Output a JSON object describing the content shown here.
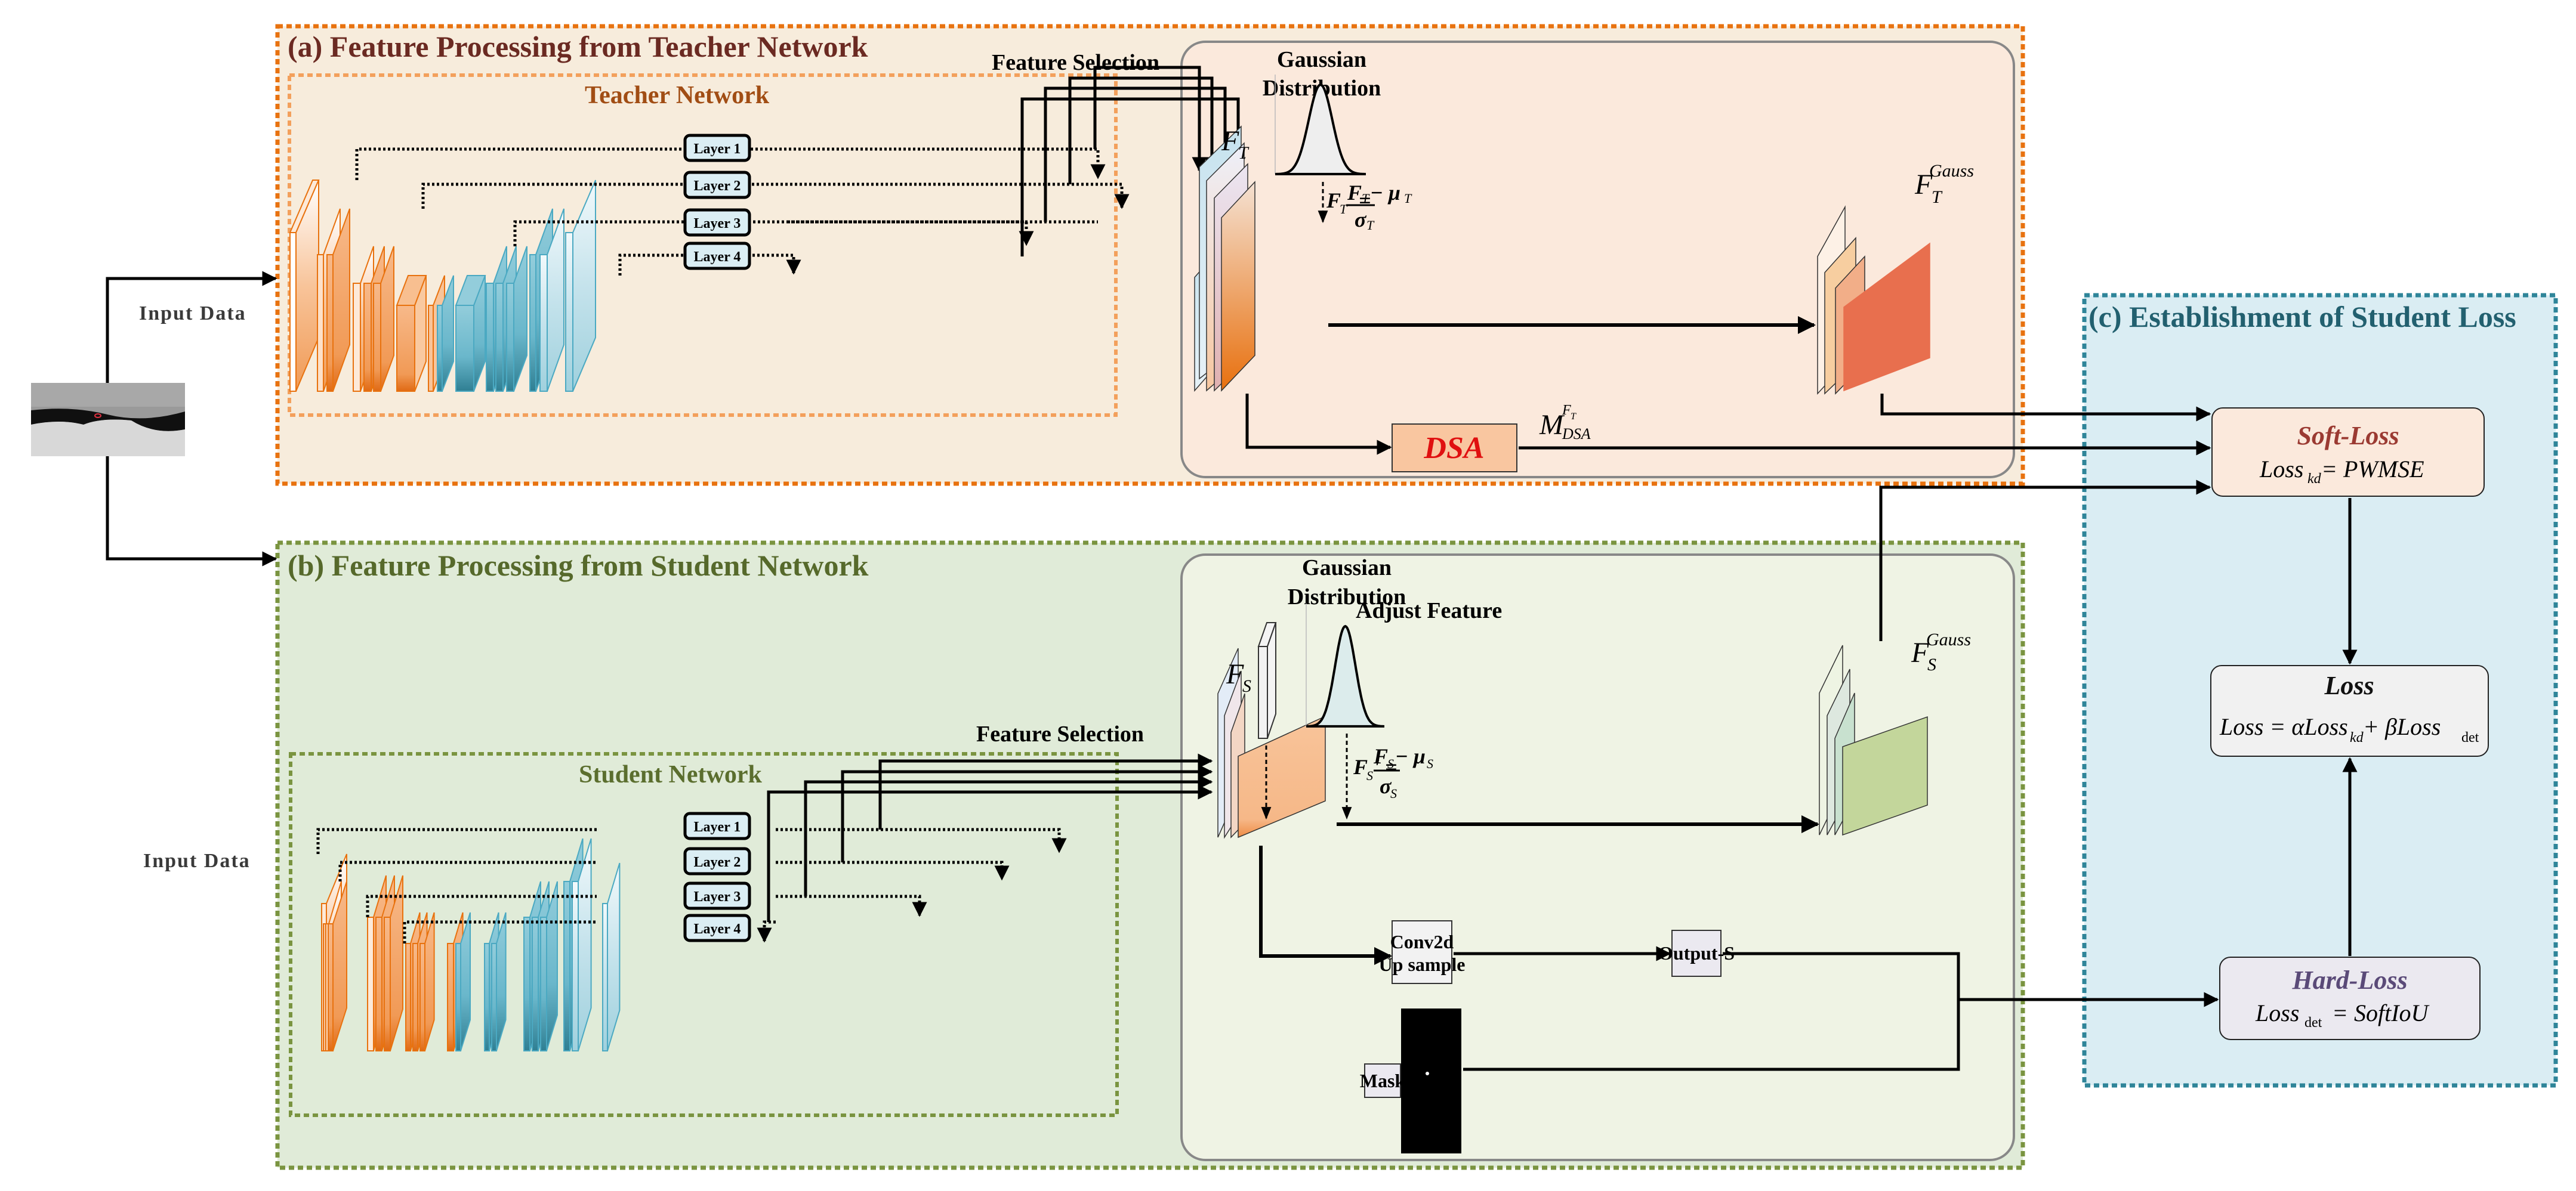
{
  "panels": {
    "teacher": {
      "title": "(a)  Feature Processing from Teacher Network",
      "network_label": "Teacher Network",
      "feature_selection": "Feature Selection",
      "gaussian_line1": "Gaussian",
      "gaussian_line2": "Distribution",
      "feature_symbol": "F",
      "feature_sub": "T",
      "gauss_symbol": "F",
      "gauss_sub": "T",
      "gauss_sup": "Gauss",
      "norm_lhs": "F",
      "norm_lhs_sub": "T",
      "norm_prime": "' =",
      "norm_num": "F",
      "norm_num_sub": "T",
      "norm_minus": " − μ",
      "norm_mu_sub": "T",
      "norm_den": "σ",
      "norm_den_sub": "T",
      "dsa_label": "DSA",
      "dsa_output": "M",
      "dsa_output_sup": "F",
      "dsa_output_sup_sub": "T",
      "dsa_output_sub": "DSA",
      "layers": [
        "Layer 1",
        "Layer 2",
        "Layer 3",
        "Layer 4"
      ]
    },
    "student": {
      "title": "(b)  Feature Processing from Student Network",
      "network_label": "Student Network",
      "feature_selection": "Feature Selection",
      "adjust_feature": "Adjust Feature",
      "gaussian_line1": "Gaussian",
      "gaussian_line2": "Distribution",
      "feature_symbol": "F",
      "feature_sub": "S",
      "gauss_symbol": "F",
      "gauss_sub": "S",
      "gauss_sup": "Gauss",
      "norm_lhs": "F",
      "norm_lhs_sub": "S",
      "norm_prime": "' =",
      "norm_num": "F",
      "norm_num_sub": "S",
      "norm_minus": " − μ",
      "norm_mu_sub": "S",
      "norm_den": "σ",
      "norm_den_sub": "S",
      "conv_line1": "Conv2d",
      "conv_line2": "Up sample",
      "output_label": "Output-S",
      "mask_label": "Mask",
      "layers": [
        "Layer 1",
        "Layer 2",
        "Layer 3",
        "Layer 4"
      ]
    },
    "loss": {
      "title": "(c) Establishment of Student Loss",
      "soft_title": "Soft-Loss",
      "soft_formula_a": "Loss",
      "soft_formula_sub": "kd",
      "soft_formula_b": " = PWMSE",
      "total_title": "Loss",
      "total_formula_a": "Loss = αLoss",
      "total_formula_sub1": "kd",
      "total_formula_b": " + βLoss",
      "total_formula_sub2": "det",
      "hard_title": "Hard-Loss",
      "hard_formula_a": "Loss",
      "hard_formula_sub": "det",
      "hard_formula_b": " = SoftIoU"
    }
  },
  "input": {
    "label_top": "Input Data",
    "label_bottom": "Input Data"
  },
  "colors": {
    "teacher_border": "#e8720f",
    "teacher_bg": "#f7ecdc",
    "student_border": "#7a9440",
    "student_bg": "#e0ebd8",
    "loss_border": "#2f8599",
    "loss_bg": "#daedf3",
    "soft_title": "#9b3a32",
    "hard_title": "#5a4a78",
    "dsa_text": "#e01010"
  }
}
